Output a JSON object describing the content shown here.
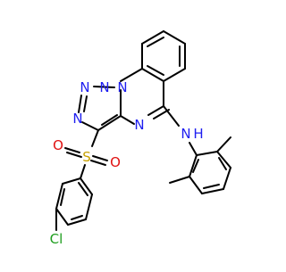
{
  "molecule": {
    "atom_labels": {
      "n_triazole_1": "N",
      "n_triazole_2": "N",
      "n_bridge": "N",
      "n_triazole_3": "N",
      "n_quinazoline": "N",
      "amine_n": "N",
      "amine_h": "H",
      "sulfur": "S",
      "oxygen_top": "O",
      "oxygen_bottom": "O",
      "chlorine": "Cl"
    },
    "colors": {
      "bond": "#000000",
      "nitrogen": "#1e1ef0",
      "sulfur": "#c8a000",
      "oxygen": "#e01010",
      "chlorine": "#1e9e1e"
    }
  }
}
